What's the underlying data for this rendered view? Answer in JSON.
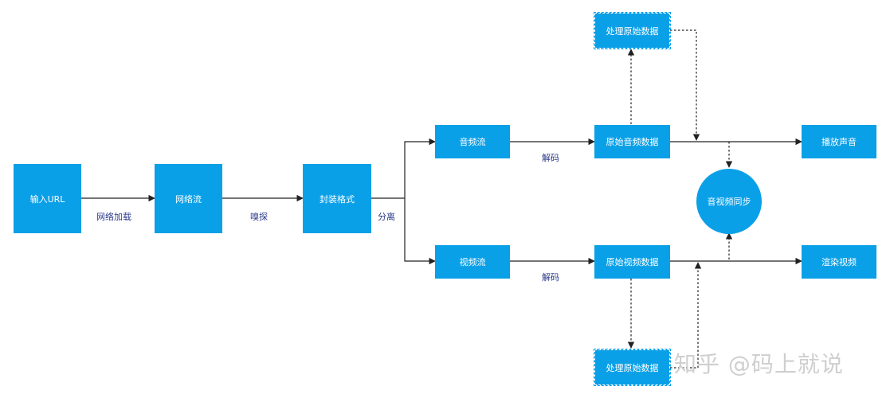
{
  "nodes": {
    "input_url": "输入URL",
    "network_stream": "网络流",
    "container_format": "封装格式",
    "audio_stream": "音频流",
    "video_stream": "视频流",
    "raw_audio": "原始音频数据",
    "raw_video": "原始视频数据",
    "process_raw_top": "处理原始数据",
    "process_raw_bottom": "处理原始数据",
    "av_sync": "音视频同步",
    "play_sound": "播放声音",
    "render_video": "渲染视频"
  },
  "labels": {
    "network_load": "网络加载",
    "sniff": "嗅探",
    "demux": "分离",
    "decode_audio": "解码",
    "decode_video": "解码"
  },
  "watermark": "知乎 @码上就说",
  "colors": {
    "node_fill": "#0aa0e8",
    "node_text": "#ffffff",
    "label_text": "#2a3a8a",
    "wire": "#222222"
  }
}
